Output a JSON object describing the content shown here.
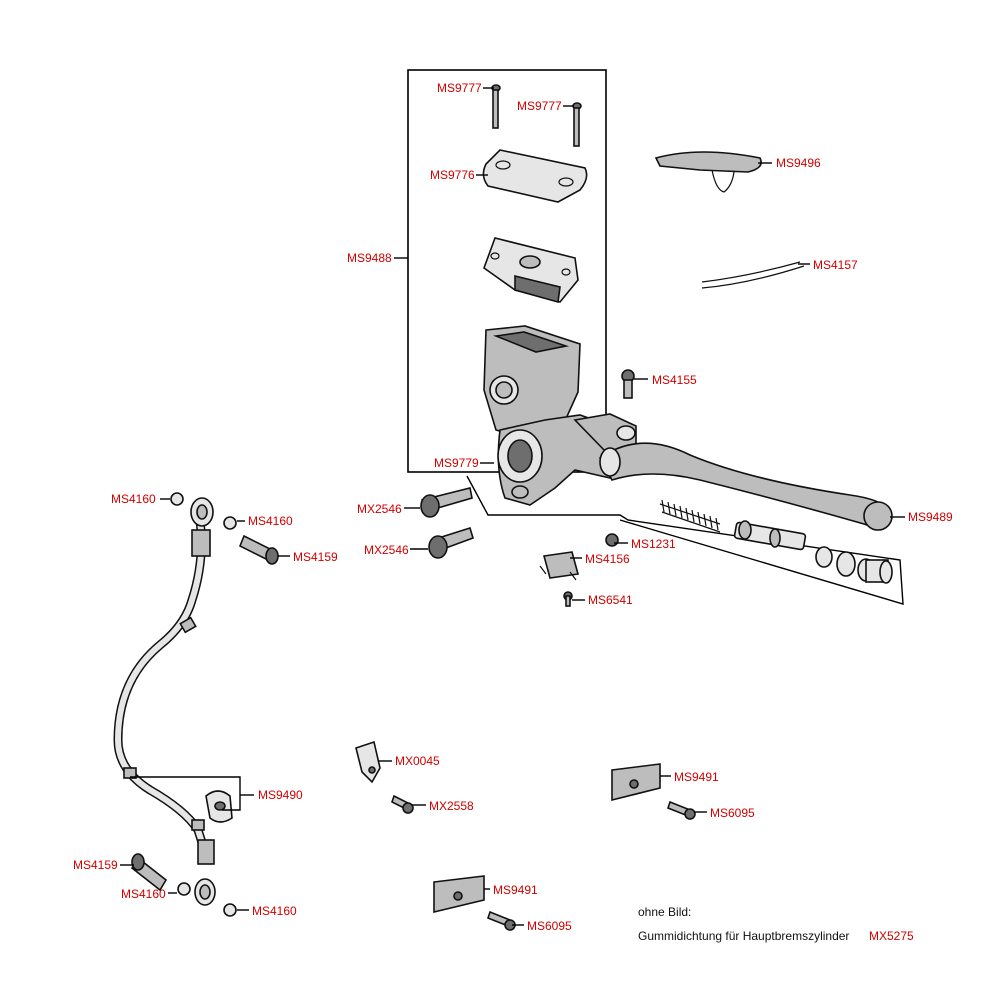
{
  "labels": {
    "ms9777_a": "MS9777",
    "ms9777_b": "MS9777",
    "ms9776": "MS9776",
    "ms9488": "MS9488",
    "ms9779": "MS9779",
    "ms9496": "MS9496",
    "ms4157": "MS4157",
    "ms4155": "MS4155",
    "ms9489": "MS9489",
    "ms1231": "MS1231",
    "ms4156": "MS4156",
    "ms6541": "MS6541",
    "mx2546_a": "MX2546",
    "mx2546_b": "MX2546",
    "ms4160_a": "MS4160",
    "ms4160_b": "MS4160",
    "ms4159_a": "MS4159",
    "ms9490": "MS9490",
    "ms4159_b": "MS4159",
    "ms4160_c": "MS4160",
    "ms4160_d": "MS4160",
    "mx0045": "MX0045",
    "mx2558": "MX2558",
    "ms9491_a": "MS9491",
    "ms6095_a": "MS6095",
    "ms9491_b": "MS9491",
    "ms6095_b": "MS6095"
  },
  "note": {
    "heading": "ohne Bild:",
    "item": "Gummidichtung für Hauptbremszylinder",
    "code": "MX5275"
  },
  "colors": {
    "label": "#d00000",
    "line": "#000000",
    "part_fill": "#bdbdbd"
  }
}
